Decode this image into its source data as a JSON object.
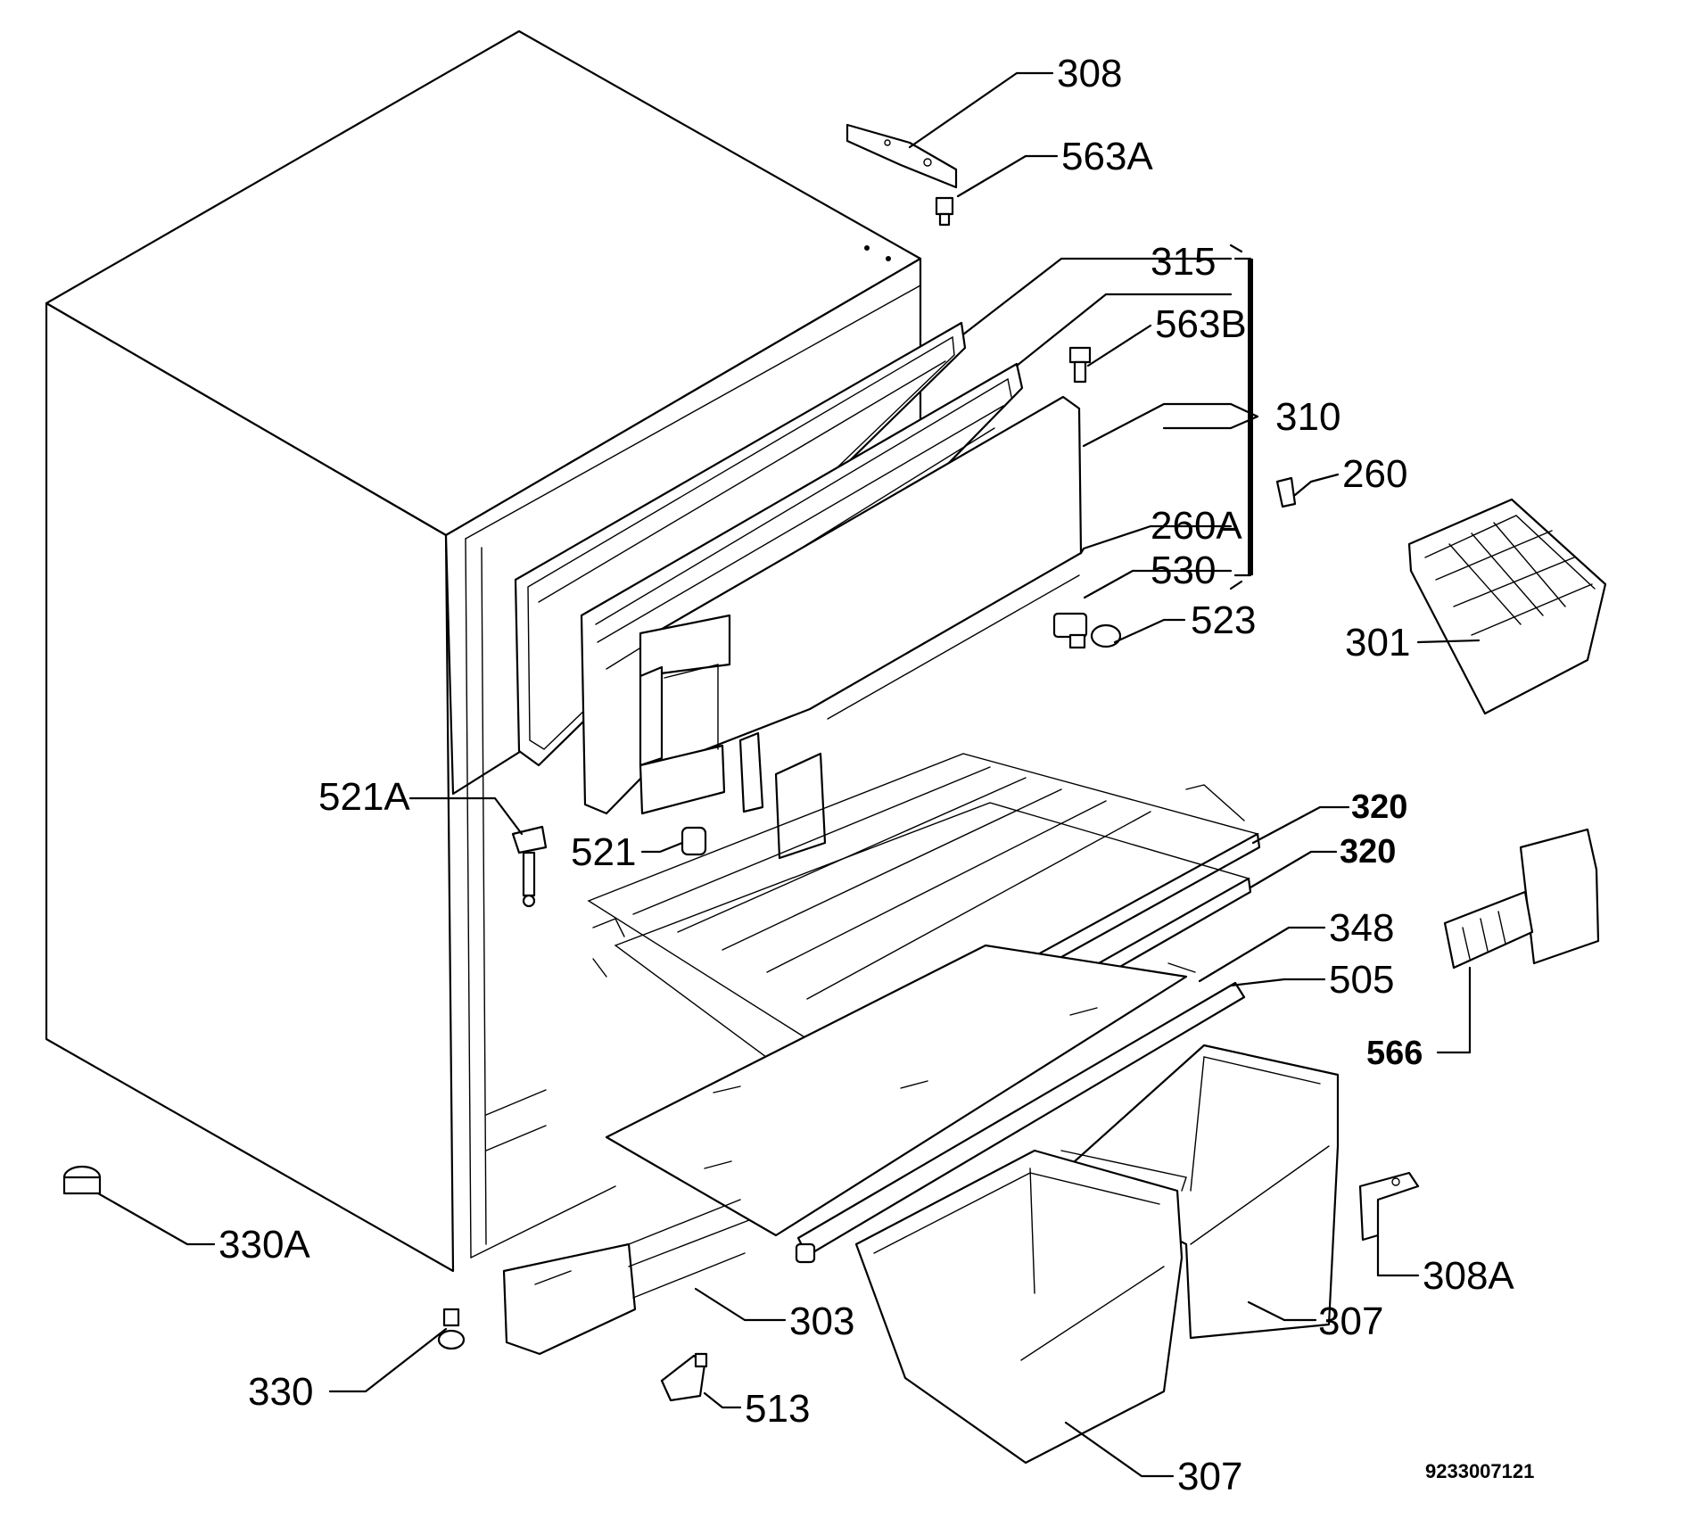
{
  "labels": {
    "p308": "308",
    "p563a": "563A",
    "p315": "315",
    "p563b": "563B",
    "p310": "310",
    "p260": "260",
    "p260a": "260A",
    "p530": "530",
    "p523": "523",
    "p301": "301",
    "p521a": "521A",
    "p521": "521",
    "p320a": "320",
    "p320b": "320",
    "p348": "348",
    "p505": "505",
    "p566": "566",
    "p330a": "330A",
    "p330": "330",
    "p303": "303",
    "p513": "513",
    "p307a": "307",
    "p307b": "307",
    "p308a": "308A"
  },
  "drawing_code": "9233007121"
}
